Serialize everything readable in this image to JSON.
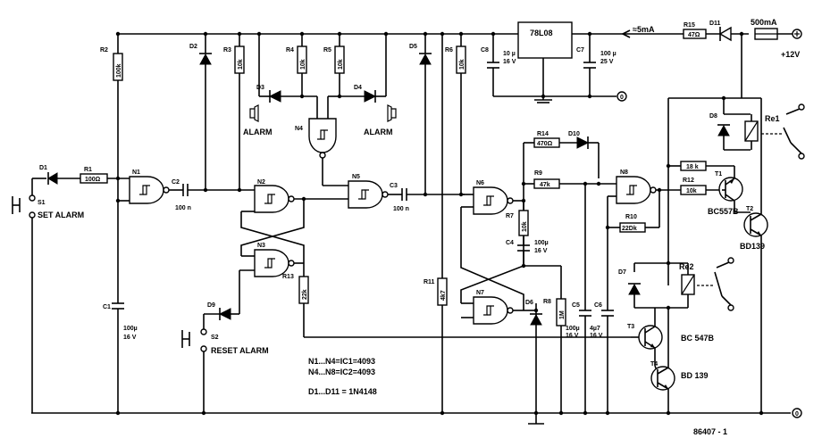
{
  "colors": {
    "ink": "#000000",
    "paper": "#ffffff"
  },
  "gates": {
    "n1": "N1",
    "n2": "N2",
    "n3": "N3",
    "n4": "N4",
    "n5": "N5",
    "n6": "N6",
    "n7": "N7",
    "n8": "N8"
  },
  "resistors": {
    "r1": {
      "ref": "R1",
      "value": "100Ω"
    },
    "r2": {
      "ref": "R2",
      "value": "100k"
    },
    "r3": {
      "ref": "R3",
      "value": "10k"
    },
    "r4": {
      "ref": "R4",
      "value": "10k"
    },
    "r5": {
      "ref": "R5",
      "value": "10k"
    },
    "r6": {
      "ref": "R6",
      "value": "10k"
    },
    "r7": {
      "ref": "R7",
      "value": "10k"
    },
    "r8": {
      "ref": "R8",
      "value": "1M"
    },
    "r9": {
      "ref": "R9",
      "value": "47k"
    },
    "r10": {
      "ref": "R10",
      "value": "22Dk"
    },
    "r11": {
      "ref": "R11",
      "value": "4k7"
    },
    "r12": {
      "ref": "R12",
      "value": "10k"
    },
    "r13": {
      "ref": "R13",
      "value": "22k"
    },
    "r14": {
      "ref": "R14",
      "value": "470Ω"
    },
    "r15": {
      "ref": "R15",
      "value": "47Ω"
    },
    "r18": {
      "value": "18 k"
    }
  },
  "capacitors": {
    "c1": {
      "ref": "C1",
      "value1": "100µ",
      "value2": "16 V"
    },
    "c2": {
      "ref": "C2",
      "value1": "100 n"
    },
    "c3": {
      "ref": "C3",
      "value1": "100 n"
    },
    "c4": {
      "ref": "C4",
      "value1": "100µ",
      "value2": "16 V"
    },
    "c5": {
      "ref": "C5",
      "value1": "100µ",
      "value2": "16 V"
    },
    "c6": {
      "ref": "C6",
      "value1": "4µ7",
      "value2": "16 V"
    },
    "c7": {
      "ref": "C7",
      "value1": "100 µ",
      "value2": "25 V"
    },
    "c8": {
      "ref": "C8",
      "value1": "10 µ",
      "value2": "16 V"
    }
  },
  "diodes": {
    "d1": "D1",
    "d2": "D2",
    "d3": "D3",
    "d4": "D4",
    "d5": "D5",
    "d6": "D6",
    "d7": "D7",
    "d8": "D8",
    "d9": "D9",
    "d10": "D10",
    "d11": "D11"
  },
  "transistors": {
    "t1": {
      "ref": "T1",
      "type": "BC557B"
    },
    "t2": {
      "ref": "T2",
      "type": "BD139"
    },
    "t3": {
      "ref": "T3",
      "type": "BC 547B"
    },
    "t4": {
      "ref": "T4",
      "type": "BD 139"
    }
  },
  "relays": {
    "re1": "Re1",
    "re2": "Re2"
  },
  "regulator": "78L08",
  "labels": {
    "alarm_left": "ALARM",
    "alarm_right": "ALARM",
    "set_alarm": "SET ALARM",
    "reset_alarm": "RESET ALARM",
    "s1": "S1",
    "s2": "S2",
    "current": "≈5mA",
    "fuse": "500mA",
    "supply": "+12V",
    "terminal_0": "0",
    "code": "86407 - 1"
  },
  "notes": {
    "n1_n4": "N1...N4=IC1=4093",
    "n4_n8": "N4...N8=IC2=4093",
    "diodes": "D1...D11 = 1N4148"
  }
}
